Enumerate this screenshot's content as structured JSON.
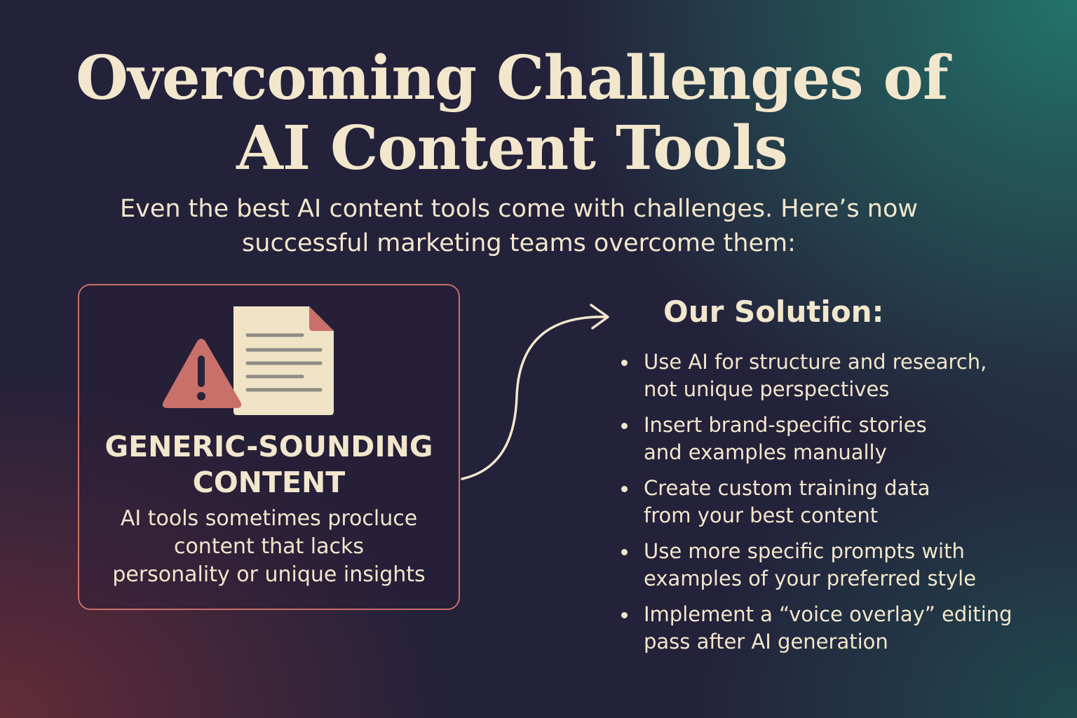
{
  "title": {
    "line1": "Overcoming Challenges of",
    "line2": "AI Content Tools"
  },
  "subtitle": {
    "line1": "Even the best AI content tools come with challenges. Here’s now",
    "line2": "successful marketing teams overcome them:"
  },
  "challenge": {
    "icons": [
      "warning-icon",
      "document-icon"
    ],
    "title_line1": "GENERIC-SOUNDING",
    "title_line2": "CONTENT",
    "desc_line1": "AI tools sometimes procluce",
    "desc_line2": "content that lacks",
    "desc_line3": "personality or unique insights"
  },
  "solution": {
    "title": "Our Solution:",
    "items": [
      {
        "line1": "Use AI for structure and research,",
        "line2": "not unique perspectives"
      },
      {
        "line1": "Insert brand-specific stories",
        "line2": "and examples manually"
      },
      {
        "line1": "Create custom training data",
        "line2": "from your best content"
      },
      {
        "line1": "Use more specific prompts with",
        "line2": "examples of your preferred style"
      },
      {
        "line1": "Implement a “voice overlay” editing",
        "line2": "pass after AI generation"
      }
    ]
  },
  "colors": {
    "text": "#f2e7cc",
    "accent": "#c9706a",
    "background": "#24213a",
    "teal": "#23786c"
  }
}
